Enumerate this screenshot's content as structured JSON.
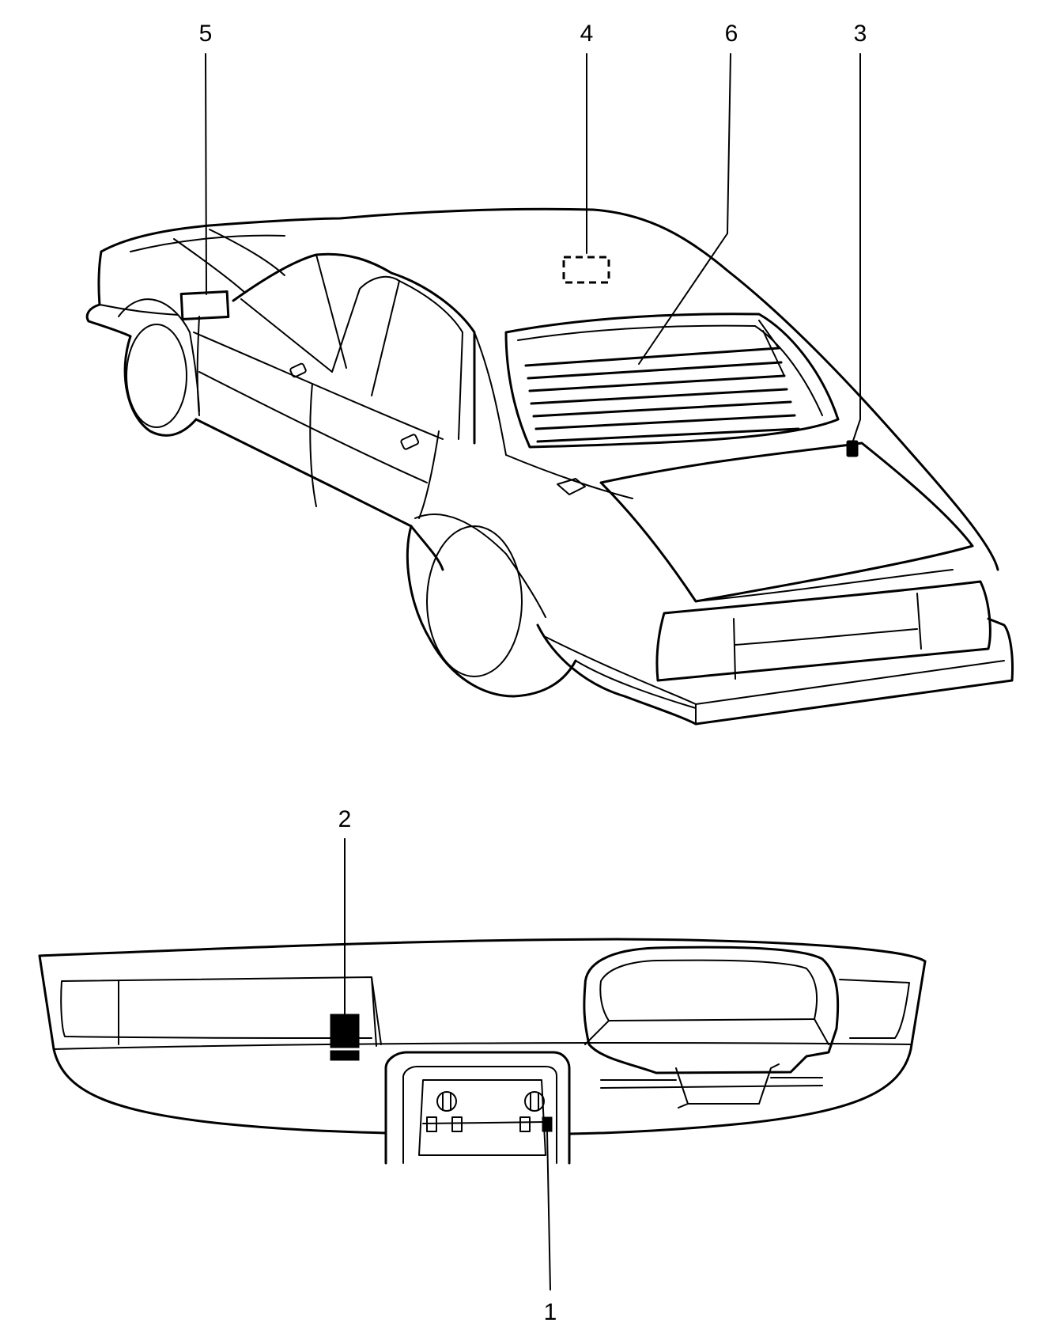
{
  "callouts": [
    {
      "id": "callout-1",
      "label": "1"
    },
    {
      "id": "callout-2",
      "label": "2"
    },
    {
      "id": "callout-3",
      "label": "3"
    },
    {
      "id": "callout-4",
      "label": "4"
    },
    {
      "id": "callout-5",
      "label": "5"
    },
    {
      "id": "callout-6",
      "label": "6"
    }
  ],
  "colors": {
    "line": "#000000",
    "background": "#ffffff"
  }
}
